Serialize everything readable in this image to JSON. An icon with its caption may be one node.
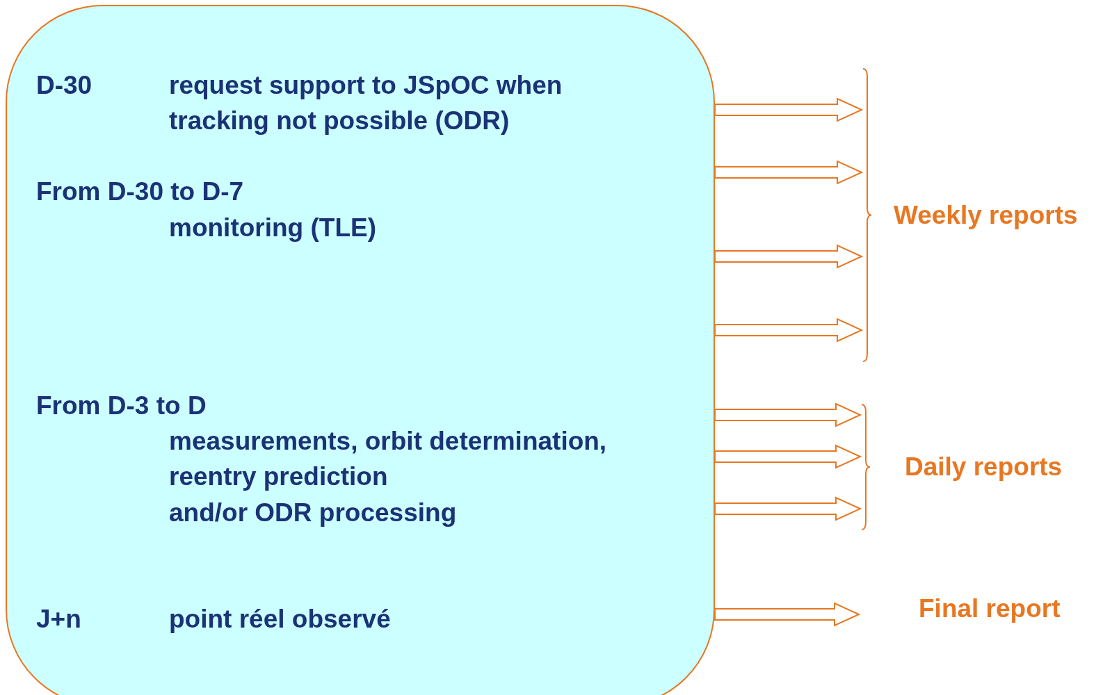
{
  "diagram": {
    "nodes": [
      {
        "text": [
          "D-30",
          "request support to JSpOC when tracking not possible (ODR)",
          "From D-30 to D-7",
          "monitoring (TLE)",
          "From D-3 to D",
          "measurements, orbit determination,",
          "reentry prediction",
          "and/or ODR processing",
          "J+n",
          "point réel observé"
        ]
      },
      {
        "text": [
          "Weekly reports"
        ]
      },
      {
        "text": [
          "Daily reports"
        ]
      },
      {
        "text": [
          "Final report"
        ]
      }
    ],
    "edges": [
      {
        "from": 0,
        "to": 1,
        "arrow": "to"
      },
      {
        "from": 0,
        "to": 1,
        "arrow": "to"
      },
      {
        "from": 0,
        "to": 1,
        "arrow": "to"
      },
      {
        "from": 0,
        "to": 1,
        "arrow": "to"
      },
      {
        "from": 0,
        "to": 2,
        "arrow": "to"
      },
      {
        "from": 0,
        "to": 2,
        "arrow": "to"
      },
      {
        "from": 0,
        "to": 2,
        "arrow": "to"
      },
      {
        "from": 0,
        "to": 3,
        "arrow": "to"
      }
    ]
  }
}
